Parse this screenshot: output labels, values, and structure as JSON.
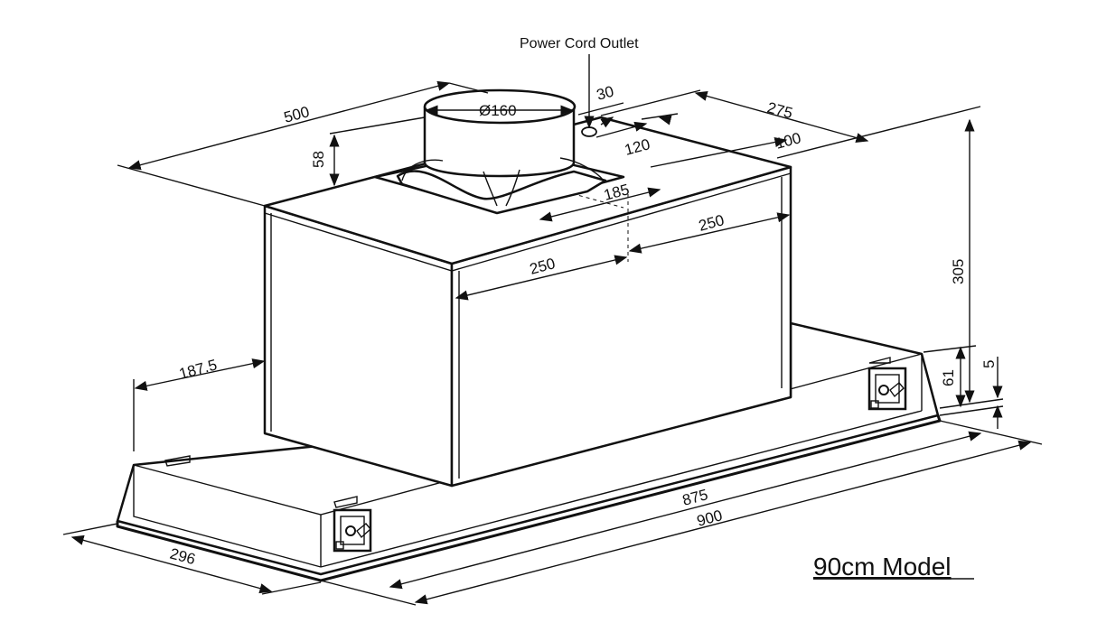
{
  "title": "90cm Model",
  "callout": "Power Cord Outlet",
  "dims": {
    "d500": "500",
    "d58": "58",
    "d160": "Ø160",
    "d30": "30",
    "d120": "120",
    "d275": "275",
    "d100": "100",
    "d185": "185",
    "d250a": "250",
    "d250b": "250",
    "d305": "305",
    "d5": "5",
    "d61": "61",
    "d187": "187.5",
    "d875": "875",
    "d900": "900",
    "d296": "296"
  }
}
